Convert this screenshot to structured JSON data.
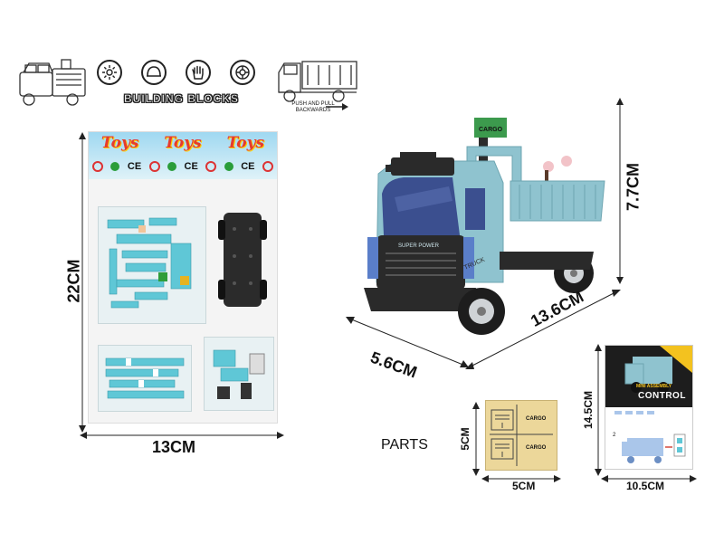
{
  "features": {
    "title": "BUILDING BLOCKS",
    "icons": [
      "gear-assembly-icon",
      "helmet-icon",
      "hand-icon",
      "wheel-icon"
    ]
  },
  "push_pull": {
    "label_line1": "PUSH AND PULL",
    "label_line2": "BACKWARDS"
  },
  "package": {
    "header_word": "Toys",
    "ce_mark": "CE",
    "height_label": "22CM",
    "width_label": "13CM"
  },
  "truck": {
    "cargo_sign": "CARGO",
    "grille_text": "SUPER POWER",
    "door_text": "TRUCK",
    "height_label": "7.7CM",
    "length_label": "13.6CM",
    "width_label": "5.6CM"
  },
  "parts": {
    "label": "PARTS",
    "sticker_text1": "CARGO",
    "sticker_text2": "CARGO",
    "height_label": "5CM",
    "width_label": "5CM"
  },
  "manual": {
    "line1": "MINI ASSEMBLY",
    "line2": "CONTROL",
    "step_number": "2",
    "height_label": "14.5CM",
    "width_label": "10.5CM"
  },
  "colors": {
    "truck_blue": "#8fc3cf",
    "truck_dark": "#2a2a2a",
    "sticker": "#ecd79a",
    "parts_blue": "#5fc7d6"
  }
}
